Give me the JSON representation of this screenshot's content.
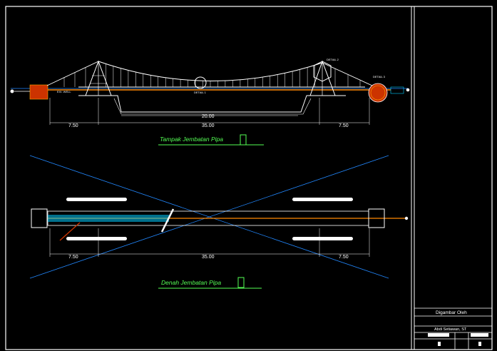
{
  "elevation": {
    "title": "Tampak  Jembatan Pipa",
    "dims": {
      "left": "7.50",
      "center": "35.00",
      "inner": "20.00",
      "right": "7.50"
    },
    "labels": {
      "detail_1": "DETAIL 1",
      "detail_2": "DETAIL 2",
      "detail_3": "DETAIL 3",
      "left_tag": "EXI. WELL"
    }
  },
  "plan": {
    "title": "Denah Jembatan Pipa",
    "dims": {
      "left": "7.50",
      "center": "35.00",
      "right": "7.50"
    }
  },
  "title_block": {
    "drawn_by_label": "Digambar Oleh",
    "name": "Abdi Setiawan, ST"
  },
  "colors": {
    "background": "#000000",
    "line": "#ffffff",
    "cable_blue": "#2288ff",
    "pipe_orange": "#ff8800",
    "water_cyan": "#00ccff",
    "title_green": "#55ff55",
    "abutment_red": "#cc3300"
  }
}
